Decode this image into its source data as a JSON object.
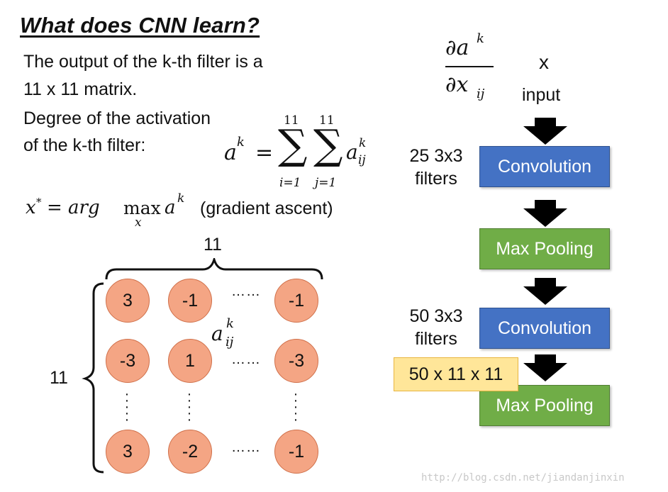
{
  "title": "What does CNN learn?",
  "intro": {
    "line1": "The output of the k-th filter is a",
    "line2": "11 x 11 matrix.",
    "line3": "Degree of the activation",
    "line4": "of the k-th filter:"
  },
  "formula": {
    "a_k": "a",
    "superscript_k": "k",
    "equals": "=",
    "sum_upper": "11",
    "sum_lower_i": "i=1",
    "sum_lower_j": "j=1",
    "sum_symbol": "∑",
    "term": "a",
    "term_sup": "k",
    "term_sub": "ij"
  },
  "argmax": {
    "lhs": "x",
    "lhs_sup": "*",
    "eq": "= arg",
    "max": "max",
    "max_sub": "x",
    "rhs": "a",
    "rhs_sup": "k",
    "note": "(gradient ascent)"
  },
  "matrix": {
    "width_label": "11",
    "height_label": "11",
    "rows": [
      [
        "3",
        "-1",
        "-1"
      ],
      [
        "-3",
        "1",
        "-3"
      ],
      [
        "3",
        "-2",
        "-1"
      ]
    ],
    "hdots": "……",
    "element_label": "a",
    "element_sup": "k",
    "element_sub": "ij"
  },
  "derivative": {
    "numerator": "∂a",
    "numerator_sup": "k",
    "denominator": "∂x",
    "denominator_sub": "ij"
  },
  "pipeline": {
    "input_symbol": "x",
    "input_label": "input",
    "filters1": [
      "25 3x3",
      "filters"
    ],
    "filters2": [
      "50 3x3",
      "filters"
    ],
    "conv1": "Convolution",
    "pool1": "Max Pooling",
    "conv2": "Convolution",
    "pool2": "Max Pooling",
    "output_size": "50 x 11 x 11"
  },
  "watermark": "http://blog.csdn.net/jiandanjinxin",
  "colors": {
    "convolution": "#4472c4",
    "pooling": "#70ad47",
    "neuron": "#f4a584",
    "badge": "#ffe699"
  }
}
